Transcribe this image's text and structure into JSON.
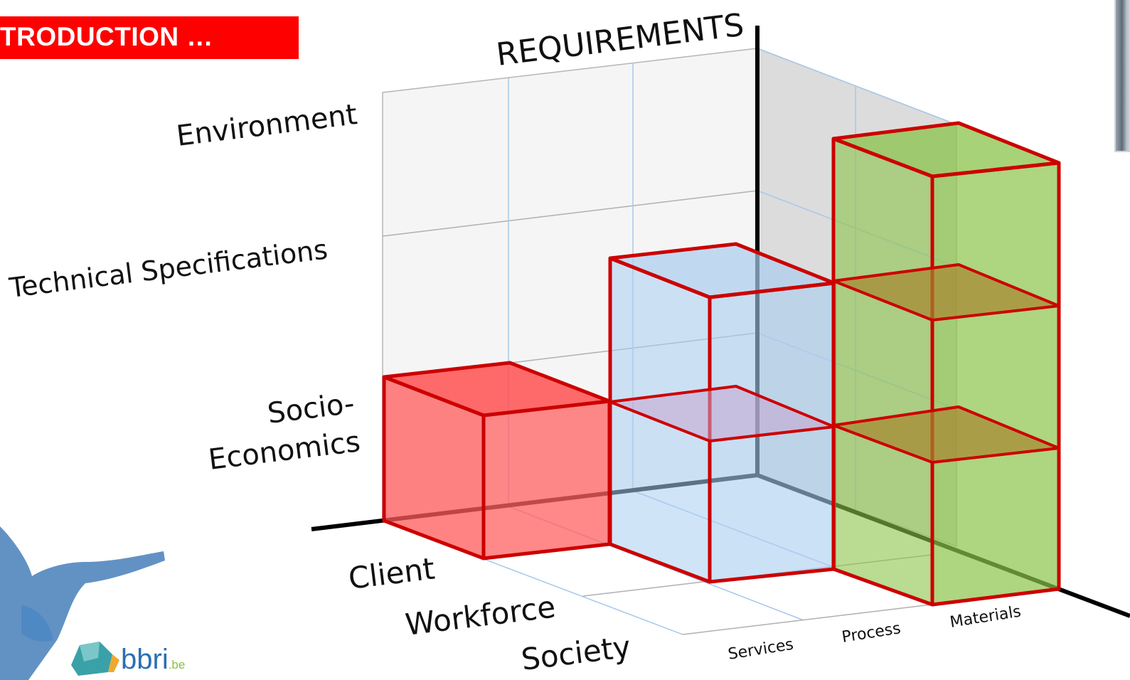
{
  "header": {
    "banner_text": "TRODUCTION …"
  },
  "diagram": {
    "title": "REQUIREMENTS",
    "y_levels": [
      "Environment",
      "Technical Specifications",
      "Socio-",
      "Economics"
    ],
    "stakeholders": [
      "Client",
      "Workforce",
      "Society"
    ],
    "domains": [
      "Services",
      "Process",
      "Materials"
    ],
    "blocks": [
      {
        "domain": "Services",
        "levels": 1,
        "color": "#ff4d4d"
      },
      {
        "domain": "Process",
        "levels": 2,
        "color": "#a9cdf0"
      },
      {
        "domain": "Materials",
        "levels": 3,
        "color": "#8bc34a"
      }
    ],
    "colors": {
      "outline": "#cc0000",
      "grid": "#a9c8ea",
      "axis": "#000000"
    }
  },
  "logo": {
    "name": "bbri",
    "tld": ".be"
  }
}
